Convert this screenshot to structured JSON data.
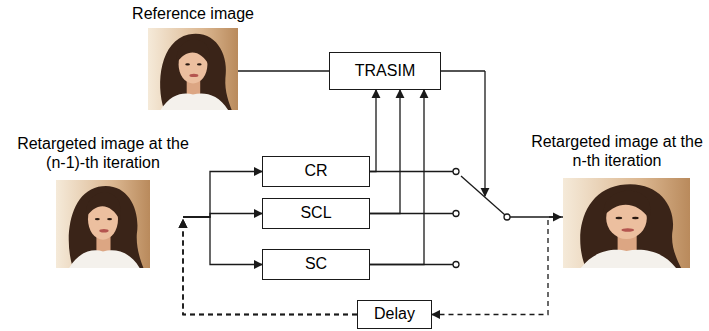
{
  "diagram": {
    "nodes": [
      {
        "text": [
          "Reference image"
        ]
      },
      {
        "text": [
          "TRASIM"
        ]
      },
      {
        "text": [
          "Retargeted image at the (n-1)-th iteration"
        ]
      },
      {
        "text": [
          "CR"
        ]
      },
      {
        "text": [
          "SCL"
        ]
      },
      {
        "text": [
          "SC"
        ]
      },
      {
        "text": [
          "Retargeted image at the n-th iteration"
        ]
      },
      {
        "text": [
          "Delay"
        ]
      }
    ],
    "edges": [
      {
        "from": 0,
        "to": 1,
        "arrow": "none"
      },
      {
        "from": 3,
        "to": 1,
        "arrow": "to"
      },
      {
        "from": 4,
        "to": 1,
        "arrow": "to"
      },
      {
        "from": 5,
        "to": 1,
        "arrow": "to"
      },
      {
        "from": 6,
        "to": 7,
        "arrow": "to"
      },
      {
        "from": 7,
        "to": 3,
        "arrow": "to"
      },
      {
        "from": 7,
        "to": 4,
        "arrow": "to"
      },
      {
        "from": 7,
        "to": 5,
        "arrow": "to"
      }
    ]
  }
}
